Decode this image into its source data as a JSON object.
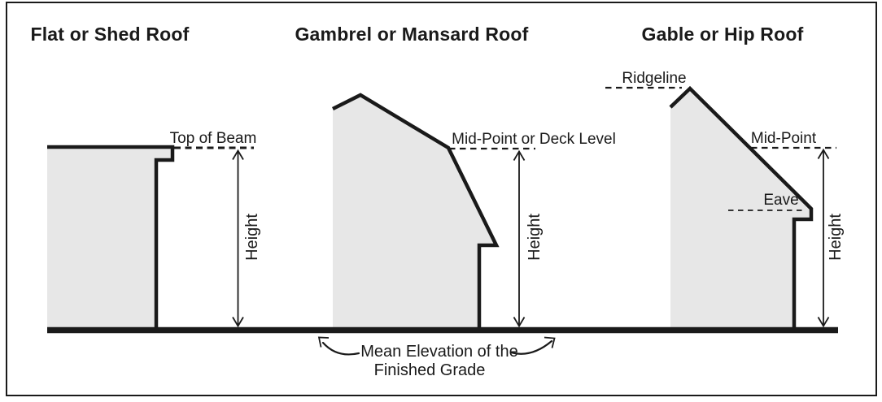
{
  "colors": {
    "ink": "#1a1a1a",
    "roof_fill": "#e7e7e7",
    "background": "#ffffff"
  },
  "panels": [
    {
      "title": "Flat or Shed Roof",
      "reference_label": "Top of Beam",
      "height_label": "Height"
    },
    {
      "title": "Gambrel or Mansard Roof",
      "reference_label": "Mid-Point or Deck Level",
      "height_label": "Height"
    },
    {
      "title": "Gable or Hip Roof",
      "ridgeline_label": "Ridgeline",
      "reference_label": "Mid-Point",
      "eave_label": "Eave",
      "height_label": "Height"
    }
  ],
  "grade_annotation": {
    "line1": "Mean Elevation of the",
    "line2": "Finished Grade"
  }
}
